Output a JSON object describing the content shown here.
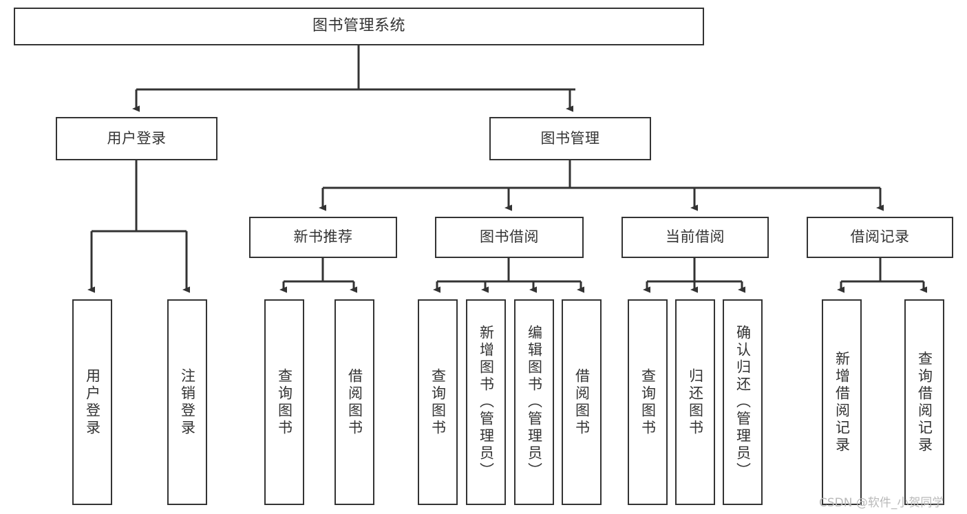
{
  "diagram": {
    "type": "tree-hierarchy",
    "title": "图书管理系统",
    "orientation": "top-down",
    "watermark": "CSDN @软件_小贺同学",
    "colors": {
      "border": "#333333",
      "background": "#ffffff",
      "text": "#333333",
      "watermark": "#b9b9b9"
    },
    "nodes": {
      "root": {
        "label": "图书管理系统"
      },
      "level2": [
        {
          "id": "user-login",
          "label": "用户登录"
        },
        {
          "id": "book-manage",
          "label": "图书管理"
        }
      ],
      "level3": [
        {
          "id": "new-book-rec",
          "label": "新书推荐"
        },
        {
          "id": "book-borrow",
          "label": "图书借阅"
        },
        {
          "id": "current-borrow",
          "label": "当前借阅"
        },
        {
          "id": "borrow-record",
          "label": "借阅记录"
        }
      ],
      "leaves": {
        "user-login": [
          {
            "id": "leaf-user-login",
            "label": "用户登录"
          },
          {
            "id": "leaf-user-logout",
            "label": "注销登录"
          }
        ],
        "new-book-rec": [
          {
            "id": "leaf-query-book-1",
            "label": "查询图书"
          },
          {
            "id": "leaf-borrow-book-1",
            "label": "借阅图书"
          }
        ],
        "book-borrow": [
          {
            "id": "leaf-query-book-2",
            "label": "查询图书"
          },
          {
            "id": "leaf-add-book",
            "label": "新增图书（管理员）"
          },
          {
            "id": "leaf-edit-book",
            "label": "编辑图书（管理员）"
          },
          {
            "id": "leaf-borrow-book-2",
            "label": "借阅图书"
          }
        ],
        "current-borrow": [
          {
            "id": "leaf-query-book-3",
            "label": "查询图书"
          },
          {
            "id": "leaf-return-book",
            "label": "归还图书"
          },
          {
            "id": "leaf-confirm-return",
            "label": "确认归还（管理员）"
          }
        ],
        "borrow-record": [
          {
            "id": "leaf-add-record",
            "label": "新增借阅记录"
          },
          {
            "id": "leaf-query-record",
            "label": "查询借阅记录"
          }
        ]
      }
    }
  }
}
